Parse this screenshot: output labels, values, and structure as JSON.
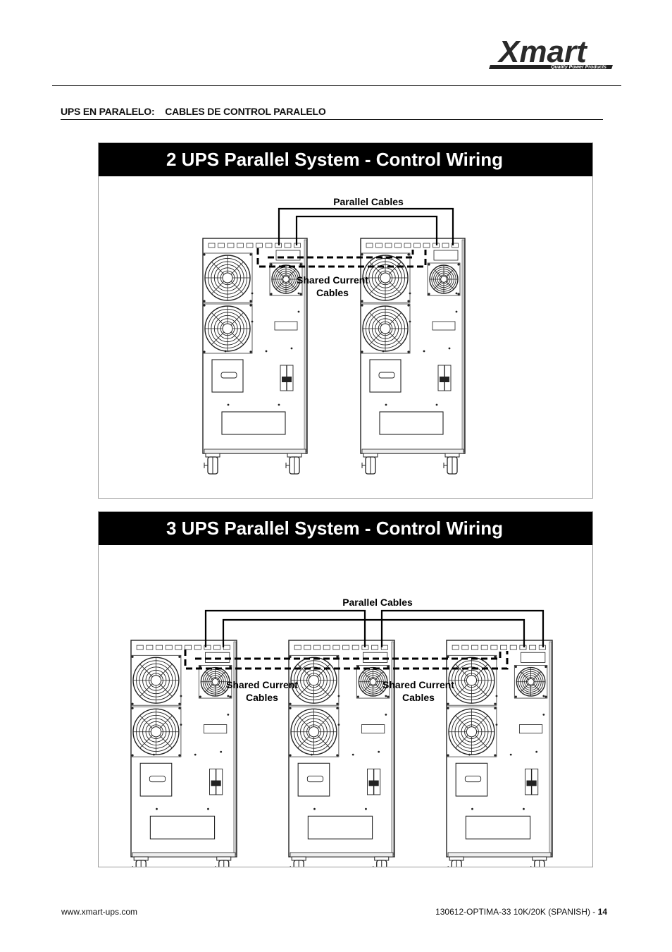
{
  "header": {
    "logo_text": "Xmart",
    "logo_tagline": "Quality Power Products"
  },
  "section": {
    "title_part1": "UPS EN PARALELO:",
    "title_part2": "CABLES DE CONTROL PARALELO"
  },
  "diagram_2ups": {
    "title": "2 UPS Parallel System - Control Wiring",
    "parallel_label": "Parallel Cables",
    "shared_label_line1": "Shared Current",
    "shared_label_line2": "Cables"
  },
  "diagram_3ups": {
    "title": "3 UPS Parallel System - Control Wiring",
    "parallel_label": "Parallel Cables",
    "shared_label_line1": "Shared Current",
    "shared_label_line2": "Cables"
  },
  "footer": {
    "website": "www.xmart-ups.com",
    "doc_ref": "130612-OPTIMA-33 10K/20K (SPANISH)",
    "separator": "-",
    "page_number": "14"
  }
}
